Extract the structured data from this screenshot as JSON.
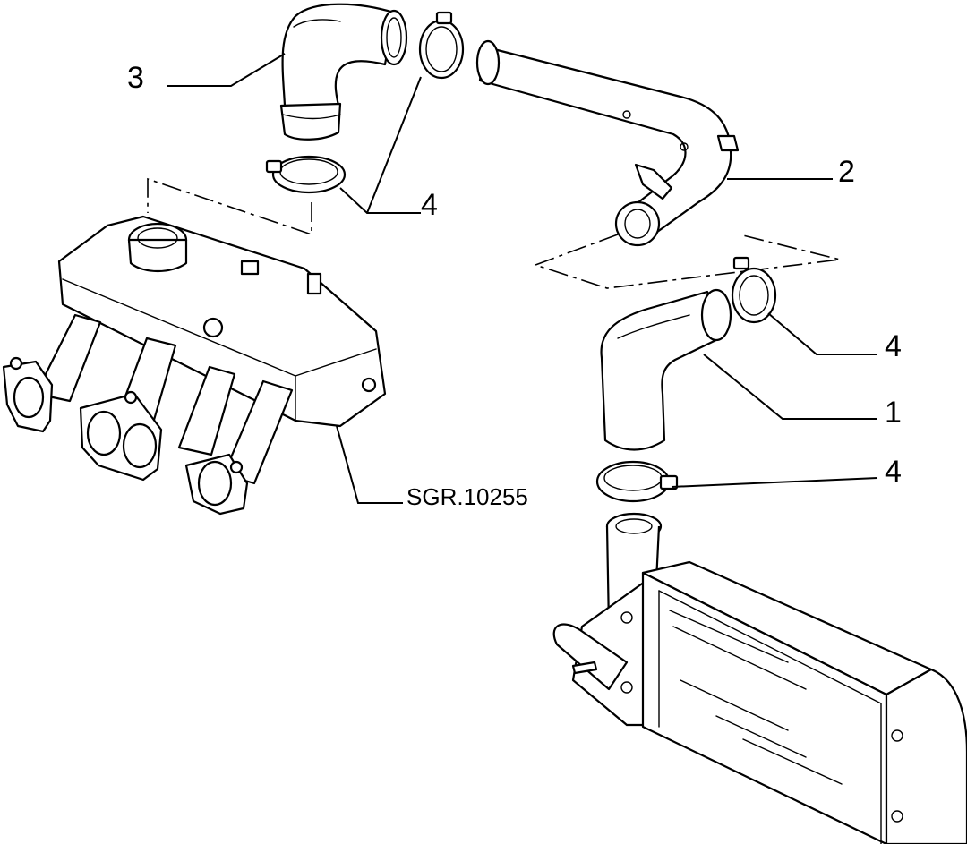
{
  "callouts": {
    "c3": "3",
    "c2": "2",
    "c4_top": "4",
    "c4_mid": "4",
    "c1": "1",
    "c4_low": "4"
  },
  "drawing_code": "SGR.10255",
  "parts": [
    "hose-1",
    "pipe-2",
    "hose-3",
    "clamp-4",
    "intake-manifold",
    "intercooler"
  ]
}
